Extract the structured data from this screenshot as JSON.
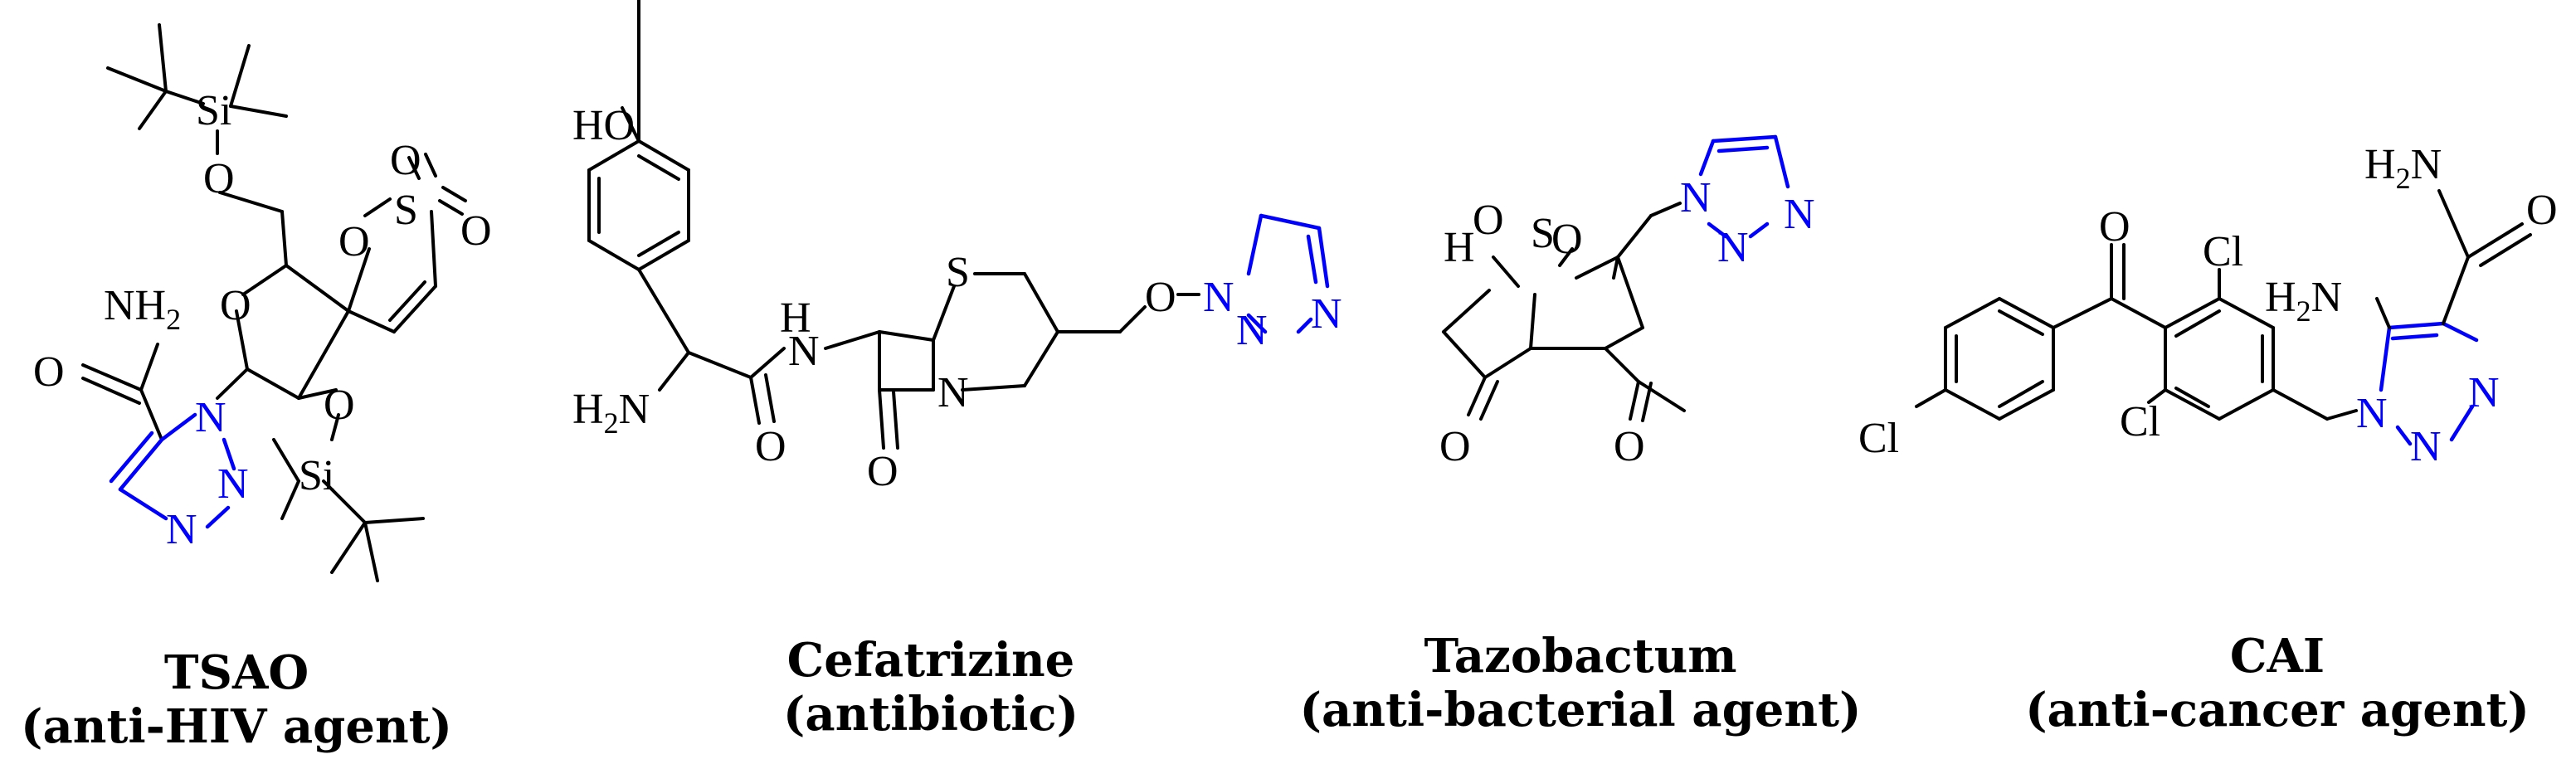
{
  "compounds": [
    {
      "name": "TSAO",
      "note": "(anti-HIV agent)"
    },
    {
      "name": "Cefatrizine",
      "note": "(antibiotic)"
    },
    {
      "name": "Tazobactum",
      "note": "(anti-bacterial agent)"
    },
    {
      "name": "CAI",
      "note": "(anti-cancer agent)"
    }
  ],
  "atoms": {
    "si": "Si",
    "o": "O",
    "s": "S",
    "n": "N",
    "h": "H",
    "cl": "Cl",
    "nh2": "NH",
    "h2n": "H",
    "ho": "HO",
    "two": "2"
  },
  "colors": {
    "triazole": "#0000ff",
    "structure": "#000000"
  }
}
